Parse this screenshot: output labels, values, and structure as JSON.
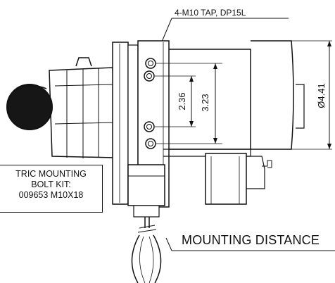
{
  "callout": {
    "tap_label": "4-M10 TAP, DP15L"
  },
  "dimensions": {
    "inner_spacing": "2.36",
    "outer_spacing": "3.23",
    "diameter": "Ø4.41"
  },
  "kit": {
    "line1": "TRIC MOUNTING",
    "line2": "BOLT KIT:",
    "line3": "009653 M10X18"
  },
  "title": "MOUNTING DISTANCE"
}
